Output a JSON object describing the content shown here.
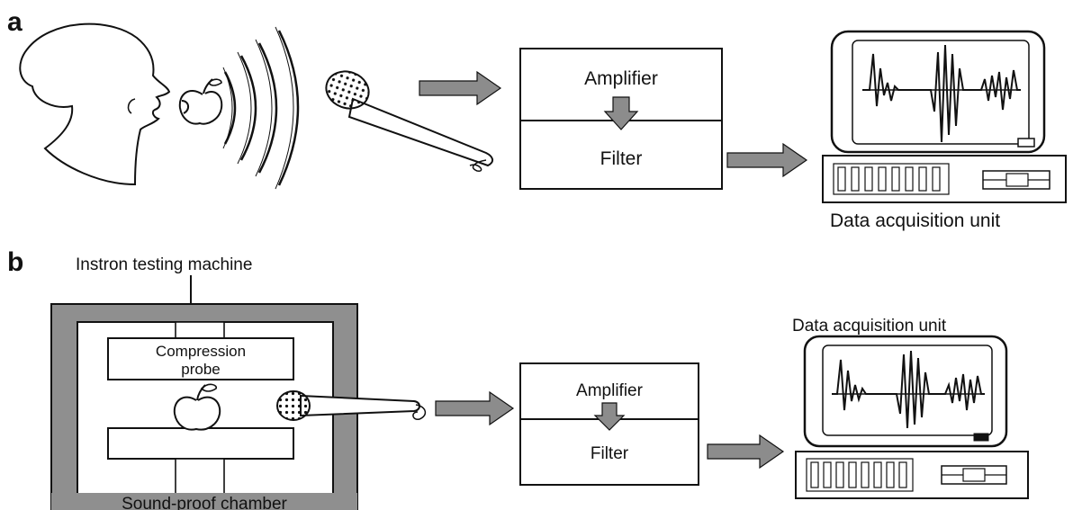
{
  "panel_a": {
    "letter": "a",
    "amplifier": "Amplifier",
    "filter": "Filter",
    "daq_label": "Data acquisition unit"
  },
  "panel_b": {
    "letter": "b",
    "instron_label": "Instron testing machine",
    "probe_line1": "Compression",
    "probe_line2": "probe",
    "chamber_label": "Sound-proof chamber",
    "amplifier": "Amplifier",
    "filter": "Filter",
    "daq_label": "Data acquisition unit"
  },
  "colors": {
    "ink": "#111111",
    "arrow_gray": "#8c8c8c",
    "chamber_gray": "#8f8f8f",
    "background": "#ffffff"
  },
  "icons": [
    "person-head",
    "apple",
    "sound-waves",
    "microphone",
    "monitor",
    "data-unit-box"
  ]
}
